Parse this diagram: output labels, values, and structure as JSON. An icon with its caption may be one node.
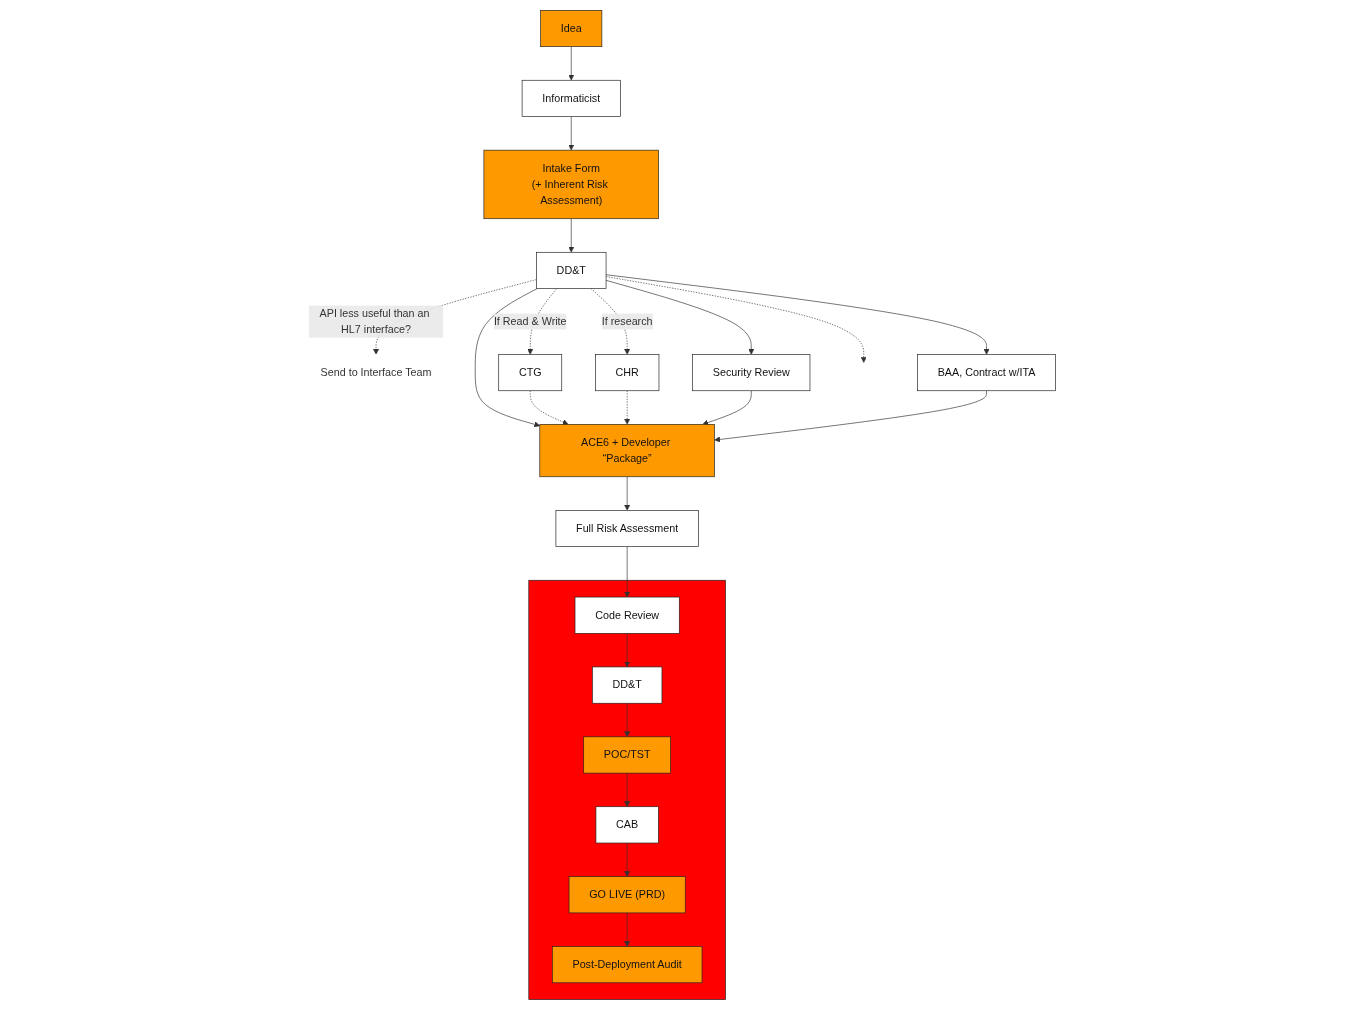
{
  "diagram": {
    "nodes": [
      {
        "text": [
          "Idea"
        ]
      },
      {
        "text": [
          "Informaticist"
        ]
      },
      {
        "text": [
          "Intake Form",
          "(+ Inherent Risk Assessment)"
        ]
      },
      {
        "text": [
          "DD&T"
        ]
      },
      {
        "text": [
          "Send to Interface Team"
        ]
      },
      {
        "text": [
          "CTG"
        ]
      },
      {
        "text": [
          "CHR"
        ]
      },
      {
        "text": [
          "Security Review"
        ]
      },
      {
        "text": [
          "BAA, Contract w/ITA"
        ]
      },
      {
        "text": [
          "ACE6 + Developer “Package”"
        ]
      },
      {
        "text": [
          "Full Risk Assessment"
        ]
      },
      {
        "text": [],
        "shape": "box"
      },
      {
        "text": [
          "Code Review"
        ],
        "in": 11
      },
      {
        "text": [
          "DD&T"
        ],
        "in": 11
      },
      {
        "text": [
          "POC/TST"
        ],
        "in": 11
      },
      {
        "text": [
          "CAB"
        ],
        "in": 11
      },
      {
        "text": [
          "GO LIVE (PRD)"
        ],
        "in": 11
      },
      {
        "text": [
          "Post-Deployment Audit"
        ],
        "in": 11
      }
    ],
    "edges": [
      {
        "from": 0,
        "to": 1,
        "arrow": "to"
      },
      {
        "from": 1,
        "to": 2,
        "arrow": "to"
      },
      {
        "from": 2,
        "to": 3,
        "arrow": "to"
      },
      {
        "from": 3,
        "to": 4,
        "arrow": "to",
        "label": "API less useful than an HL7 interface?",
        "style": "dashed"
      },
      {
        "from": 3,
        "to": null,
        "arrow": "to",
        "style": "dashed"
      },
      {
        "from": 3,
        "to": 5,
        "arrow": "to",
        "label": "If Read & Write",
        "style": "dashed"
      },
      {
        "from": 3,
        "to": 6,
        "arrow": "to",
        "label": "If research",
        "style": "dashed"
      },
      {
        "from": 3,
        "to": 7,
        "arrow": "to"
      },
      {
        "from": 3,
        "to": 8,
        "arrow": "to"
      },
      {
        "from": 3,
        "to": 9,
        "arrow": "to"
      },
      {
        "from": 5,
        "to": 9,
        "arrow": "to",
        "style": "dashed"
      },
      {
        "from": 6,
        "to": 9,
        "arrow": "to",
        "style": "dashed"
      },
      {
        "from": 7,
        "to": 9,
        "arrow": "to"
      },
      {
        "from": 8,
        "to": 9,
        "arrow": "to"
      },
      {
        "from": 9,
        "to": 10,
        "arrow": "to"
      },
      {
        "from": 10,
        "to": 12,
        "arrow": "to"
      },
      {
        "from": 12,
        "to": 13,
        "arrow": "to"
      },
      {
        "from": 13,
        "to": 14,
        "arrow": "to"
      },
      {
        "from": 14,
        "to": 15,
        "arrow": "to"
      },
      {
        "from": 15,
        "to": 16,
        "arrow": "to"
      },
      {
        "from": 16,
        "to": 17,
        "arrow": "to"
      }
    ]
  }
}
